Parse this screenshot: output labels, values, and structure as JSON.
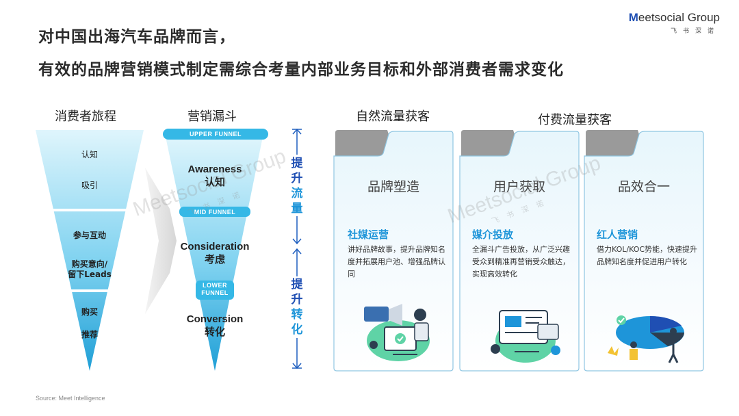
{
  "header": {
    "title_line1": "对中国出海汽车品牌而言，",
    "title_line2": "有效的品牌营销模式制定需综合考量内部业务目标和外部消费者需求变化"
  },
  "logo": {
    "brand_m": "M",
    "brand_rest": "eetsocial Group",
    "sub": "飞书深诺"
  },
  "consumer_journey": {
    "title": "消费者旅程",
    "stages": [
      {
        "labels": [
          "认知",
          "吸引"
        ]
      },
      {
        "labels": [
          "参与互动",
          "购买意向/\n留下Leads"
        ]
      },
      {
        "labels": [
          "购买",
          "推荐"
        ]
      }
    ]
  },
  "marketing_funnel": {
    "title": "营销漏斗",
    "pills": [
      "UPPER FUNNEL",
      "MID FUNNEL",
      "LOWER\nFUNNEL"
    ],
    "stages": [
      {
        "en": "Awareness",
        "zh": "认知"
      },
      {
        "en": "Consideration",
        "zh": "考虑"
      },
      {
        "en": "Conversion",
        "zh": "转化"
      }
    ]
  },
  "side_labels": {
    "traffic": {
      "a": "提",
      "b": "升",
      "c": "流",
      "d": "量"
    },
    "conversion": {
      "a": "提",
      "b": "升",
      "c": "转",
      "d": "化"
    }
  },
  "acquisition": {
    "organic_title": "自然流量获客",
    "paid_title": "付费流量获客",
    "cards": [
      {
        "title": "品牌塑造",
        "subtitle": "社媒运营",
        "desc": "讲好品牌故事，提升品牌知名度并拓展用户池、增强品牌认同"
      },
      {
        "title": "用户获取",
        "subtitle": "媒介投放",
        "desc": "全漏斗广告投放，从广泛兴趣受众到精准再营销受众触达，实现高效转化"
      },
      {
        "title": "品效合一",
        "subtitle": "红人营销",
        "desc": "借力KOL/KOC势能，快速提升品牌知名度并促进用户转化"
      }
    ]
  },
  "watermark": {
    "text": "Meetsocial Group",
    "sub": "飞书深诺"
  },
  "source": "Source: Meet Intelligence",
  "colors": {
    "accent_blue": "#1e95d9",
    "navy": "#1f4fb3",
    "funnel_light": "#c9eef9",
    "funnel_dark": "#1f9fd6",
    "pill": "#35b8e6"
  }
}
